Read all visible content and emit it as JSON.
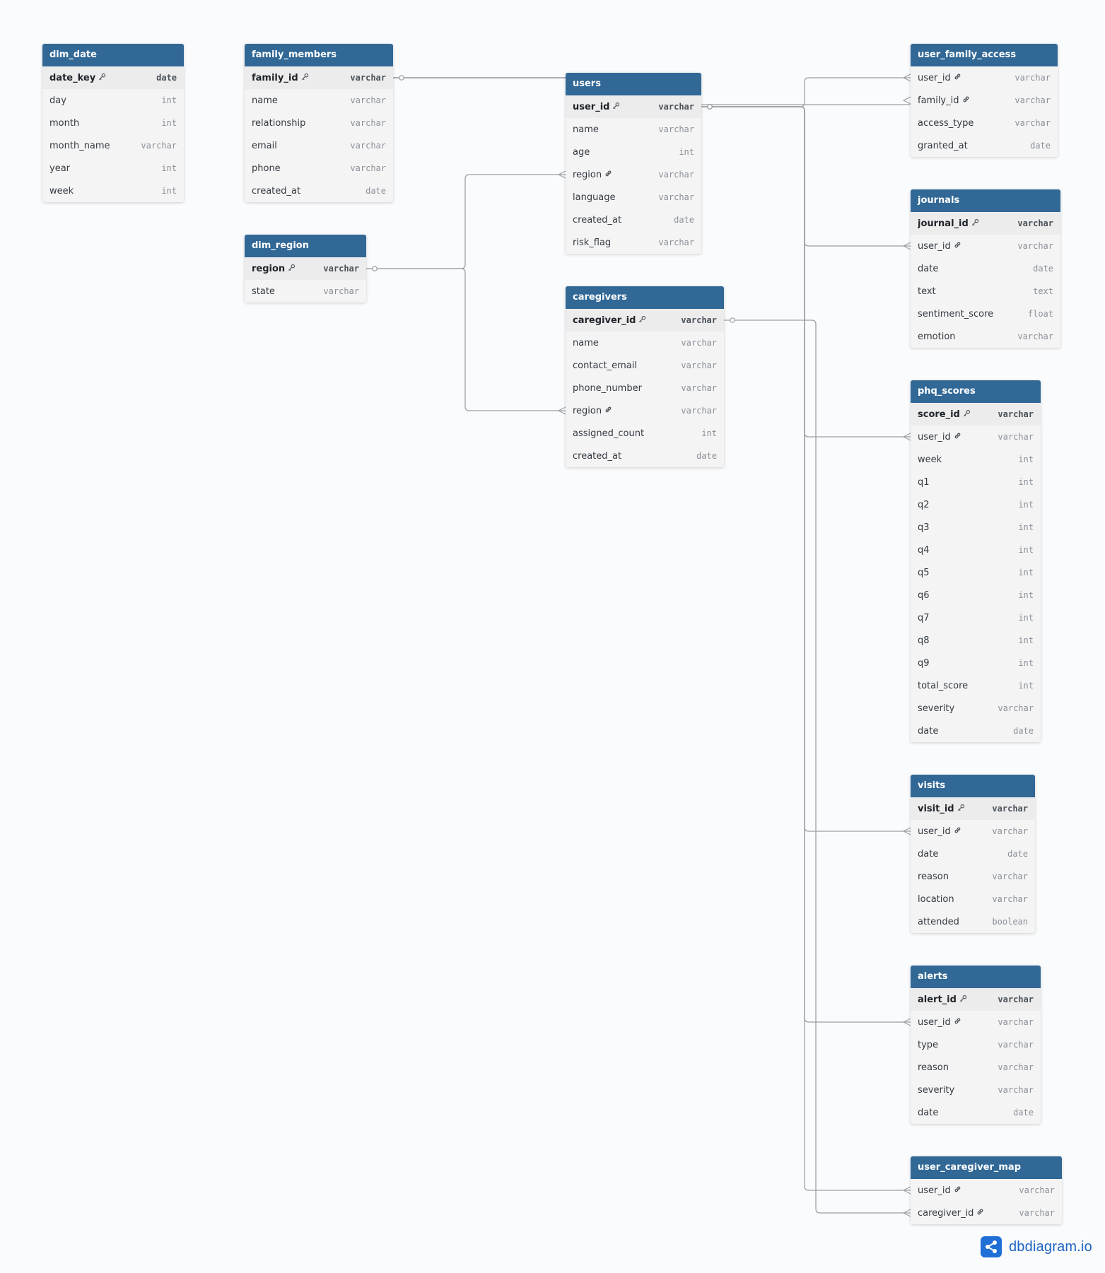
{
  "tables": [
    {
      "id": "dim_date",
      "name": "dim_date",
      "columns": [
        {
          "name": "date_key",
          "type": "date",
          "pk": true
        },
        {
          "name": "day",
          "type": "int"
        },
        {
          "name": "month",
          "type": "int"
        },
        {
          "name": "month_name",
          "type": "varchar"
        },
        {
          "name": "year",
          "type": "int"
        },
        {
          "name": "week",
          "type": "int"
        }
      ]
    },
    {
      "id": "family_members",
      "name": "family_members",
      "columns": [
        {
          "name": "family_id",
          "type": "varchar",
          "pk": true
        },
        {
          "name": "name",
          "type": "varchar"
        },
        {
          "name": "relationship",
          "type": "varchar"
        },
        {
          "name": "email",
          "type": "varchar"
        },
        {
          "name": "phone",
          "type": "varchar"
        },
        {
          "name": "created_at",
          "type": "date"
        }
      ]
    },
    {
      "id": "dim_region",
      "name": "dim_region",
      "columns": [
        {
          "name": "region",
          "type": "varchar",
          "pk": true
        },
        {
          "name": "state",
          "type": "varchar"
        }
      ]
    },
    {
      "id": "users",
      "name": "users",
      "columns": [
        {
          "name": "user_id",
          "type": "varchar",
          "pk": true
        },
        {
          "name": "name",
          "type": "varchar"
        },
        {
          "name": "age",
          "type": "int"
        },
        {
          "name": "region",
          "type": "varchar",
          "fk": true
        },
        {
          "name": "language",
          "type": "varchar"
        },
        {
          "name": "created_at",
          "type": "date"
        },
        {
          "name": "risk_flag",
          "type": "varchar"
        }
      ]
    },
    {
      "id": "caregivers",
      "name": "caregivers",
      "columns": [
        {
          "name": "caregiver_id",
          "type": "varchar",
          "pk": true
        },
        {
          "name": "name",
          "type": "varchar"
        },
        {
          "name": "contact_email",
          "type": "varchar"
        },
        {
          "name": "phone_number",
          "type": "varchar"
        },
        {
          "name": "region",
          "type": "varchar",
          "fk": true
        },
        {
          "name": "assigned_count",
          "type": "int"
        },
        {
          "name": "created_at",
          "type": "date"
        }
      ]
    },
    {
      "id": "user_family_access",
      "name": "user_family_access",
      "columns": [
        {
          "name": "user_id",
          "type": "varchar",
          "fk": true
        },
        {
          "name": "family_id",
          "type": "varchar",
          "fk": true
        },
        {
          "name": "access_type",
          "type": "varchar"
        },
        {
          "name": "granted_at",
          "type": "date"
        }
      ]
    },
    {
      "id": "journals",
      "name": "journals",
      "columns": [
        {
          "name": "journal_id",
          "type": "varchar",
          "pk": true
        },
        {
          "name": "user_id",
          "type": "varchar",
          "fk": true
        },
        {
          "name": "date",
          "type": "date"
        },
        {
          "name": "text",
          "type": "text"
        },
        {
          "name": "sentiment_score",
          "type": "float"
        },
        {
          "name": "emotion",
          "type": "varchar"
        }
      ]
    },
    {
      "id": "phq_scores",
      "name": "phq_scores",
      "columns": [
        {
          "name": "score_id",
          "type": "varchar",
          "pk": true
        },
        {
          "name": "user_id",
          "type": "varchar",
          "fk": true
        },
        {
          "name": "week",
          "type": "int"
        },
        {
          "name": "q1",
          "type": "int"
        },
        {
          "name": "q2",
          "type": "int"
        },
        {
          "name": "q3",
          "type": "int"
        },
        {
          "name": "q4",
          "type": "int"
        },
        {
          "name": "q5",
          "type": "int"
        },
        {
          "name": "q6",
          "type": "int"
        },
        {
          "name": "q7",
          "type": "int"
        },
        {
          "name": "q8",
          "type": "int"
        },
        {
          "name": "q9",
          "type": "int"
        },
        {
          "name": "total_score",
          "type": "int"
        },
        {
          "name": "severity",
          "type": "varchar"
        },
        {
          "name": "date",
          "type": "date"
        }
      ]
    },
    {
      "id": "visits",
      "name": "visits",
      "columns": [
        {
          "name": "visit_id",
          "type": "varchar",
          "pk": true
        },
        {
          "name": "user_id",
          "type": "varchar",
          "fk": true
        },
        {
          "name": "date",
          "type": "date"
        },
        {
          "name": "reason",
          "type": "varchar"
        },
        {
          "name": "location",
          "type": "varchar"
        },
        {
          "name": "attended",
          "type": "boolean"
        }
      ]
    },
    {
      "id": "alerts",
      "name": "alerts",
      "columns": [
        {
          "name": "alert_id",
          "type": "varchar",
          "pk": true
        },
        {
          "name": "user_id",
          "type": "varchar",
          "fk": true
        },
        {
          "name": "type",
          "type": "varchar"
        },
        {
          "name": "reason",
          "type": "varchar"
        },
        {
          "name": "severity",
          "type": "varchar"
        },
        {
          "name": "date",
          "type": "date"
        }
      ]
    },
    {
      "id": "user_caregiver_map",
      "name": "user_caregiver_map",
      "columns": [
        {
          "name": "user_id",
          "type": "varchar",
          "fk": true
        },
        {
          "name": "caregiver_id",
          "type": "varchar",
          "fk": true
        }
      ]
    }
  ],
  "relationships": [
    {
      "from": "family_members.family_id",
      "to": "user_family_access.family_id"
    },
    {
      "from": "users.user_id",
      "to": "user_family_access.user_id"
    },
    {
      "from": "users.user_id",
      "to": "journals.user_id"
    },
    {
      "from": "users.user_id",
      "to": "phq_scores.user_id"
    },
    {
      "from": "users.user_id",
      "to": "visits.user_id"
    },
    {
      "from": "users.user_id",
      "to": "alerts.user_id"
    },
    {
      "from": "users.user_id",
      "to": "user_caregiver_map.user_id"
    },
    {
      "from": "dim_region.region",
      "to": "users.region"
    },
    {
      "from": "dim_region.region",
      "to": "caregivers.region"
    },
    {
      "from": "caregivers.caregiver_id",
      "to": "user_caregiver_map.caregiver_id"
    }
  ],
  "icons": {
    "primary_key": "key-icon",
    "foreign_key": "link-icon",
    "brand": "share-graph-icon"
  },
  "colors": {
    "header": "#316896",
    "line": "#9aa0a6",
    "brand": "#1e63c4"
  },
  "brand": {
    "name": "dbdiagram.io"
  }
}
